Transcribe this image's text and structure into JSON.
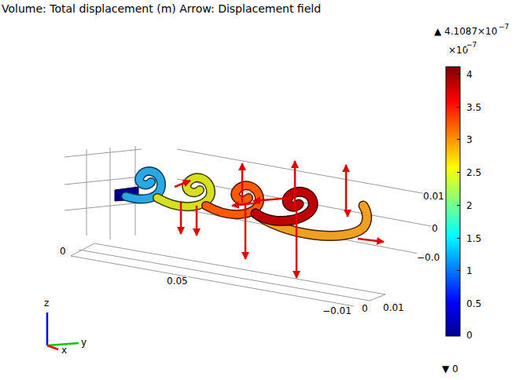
{
  "diagram": {
    "title": "Volume: Total displacement (m) Arrow: Displacement field",
    "labels": [
      "▲ 4.1087×10",
      "−7",
      "×10",
      "−7",
      "4",
      "3.5",
      "3",
      "2.5",
      "2",
      "1.5",
      "1",
      "0.5",
      "0",
      "▼ 0",
      "0.01",
      "0",
      "−0.0",
      "0",
      "0.05",
      "−0.01",
      "0",
      "0.01",
      "z",
      "y",
      "x"
    ]
  }
}
